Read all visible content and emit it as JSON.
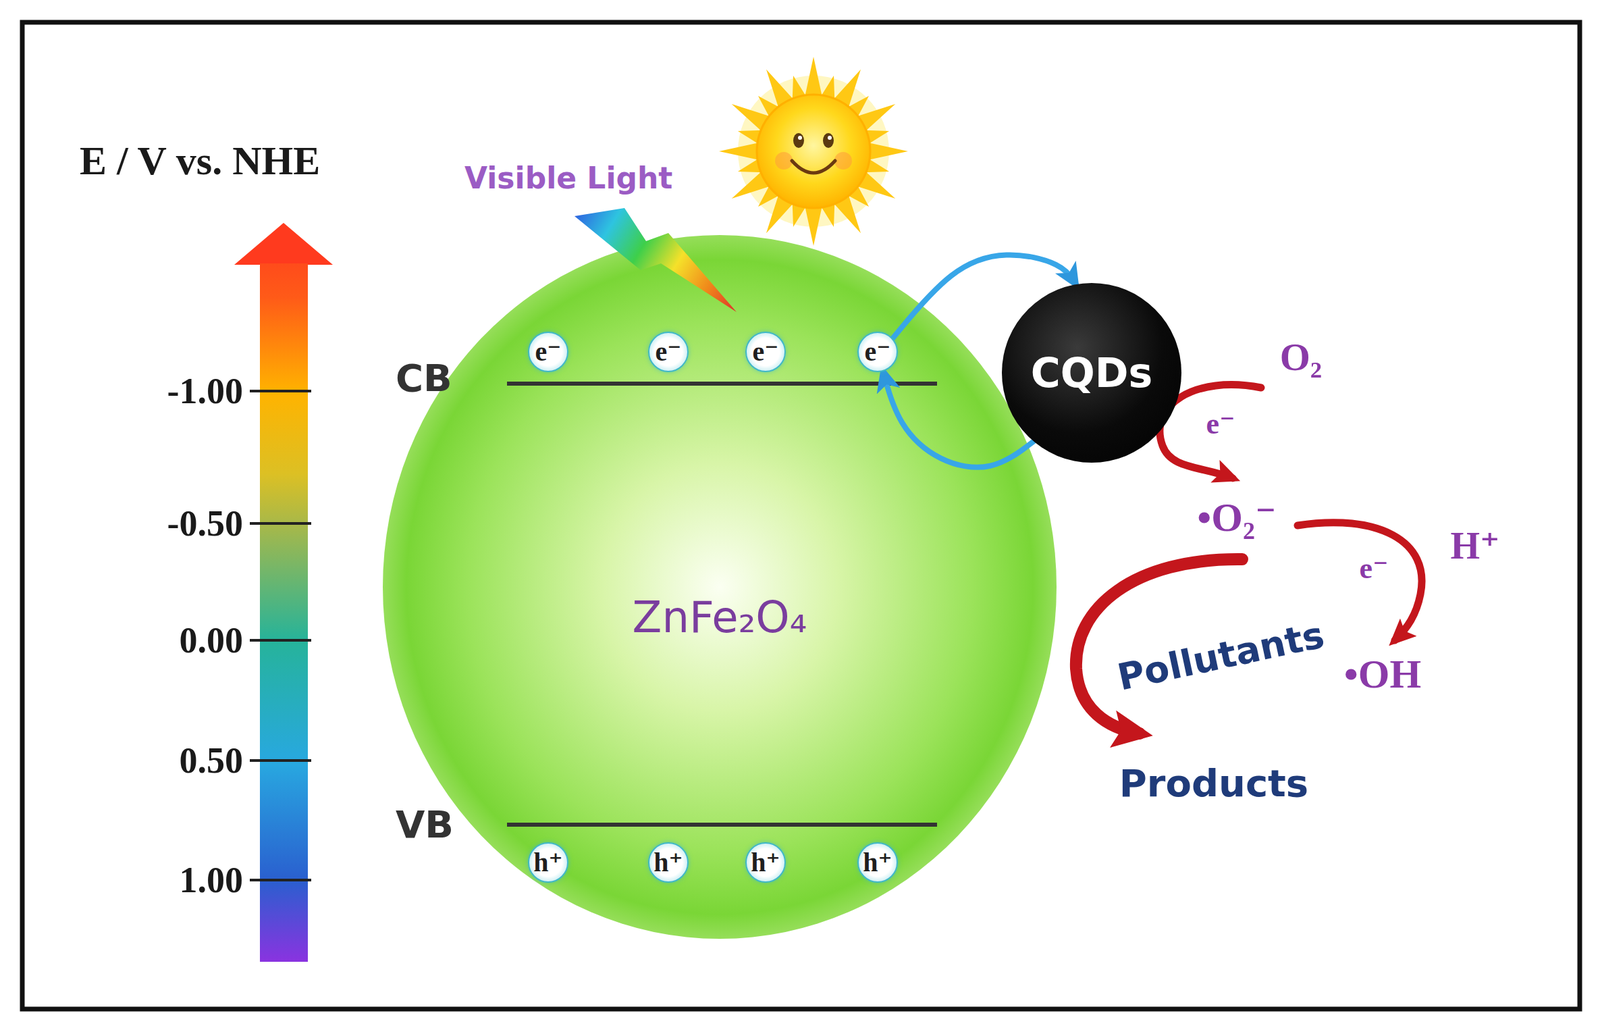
{
  "diagram": {
    "nodes": [
      {
        "text": [
          "ZnFe₂O₄"
        ]
      },
      {
        "text": [
          "e⁻"
        ],
        "in": 0
      },
      {
        "text": [
          "e⁻"
        ],
        "in": 0
      },
      {
        "text": [
          "e⁻"
        ],
        "in": 0
      },
      {
        "text": [
          "e⁻"
        ],
        "in": 0
      },
      {
        "text": [
          "h⁺"
        ],
        "in": 0
      },
      {
        "text": [
          "h⁺"
        ],
        "in": 0
      },
      {
        "text": [
          "h⁺"
        ],
        "in": 0
      },
      {
        "text": [
          "h⁺"
        ],
        "in": 0
      },
      {
        "text": [
          "CQDs"
        ]
      }
    ],
    "edges": [
      {
        "from": 4,
        "to": 9,
        "arrow": "to"
      },
      {
        "from": 9,
        "to": 4,
        "arrow": "to"
      }
    ],
    "labels": [
      "E / V vs. NHE",
      "-1.00",
      "-0.50",
      "0.00",
      "0.50",
      "1.00",
      "Visible Light",
      "CB",
      "VB",
      "O₂",
      "e⁻",
      "•O₂⁻",
      "e⁻",
      "H⁺",
      "•OH",
      "Pollutants",
      "Products"
    ]
  }
}
